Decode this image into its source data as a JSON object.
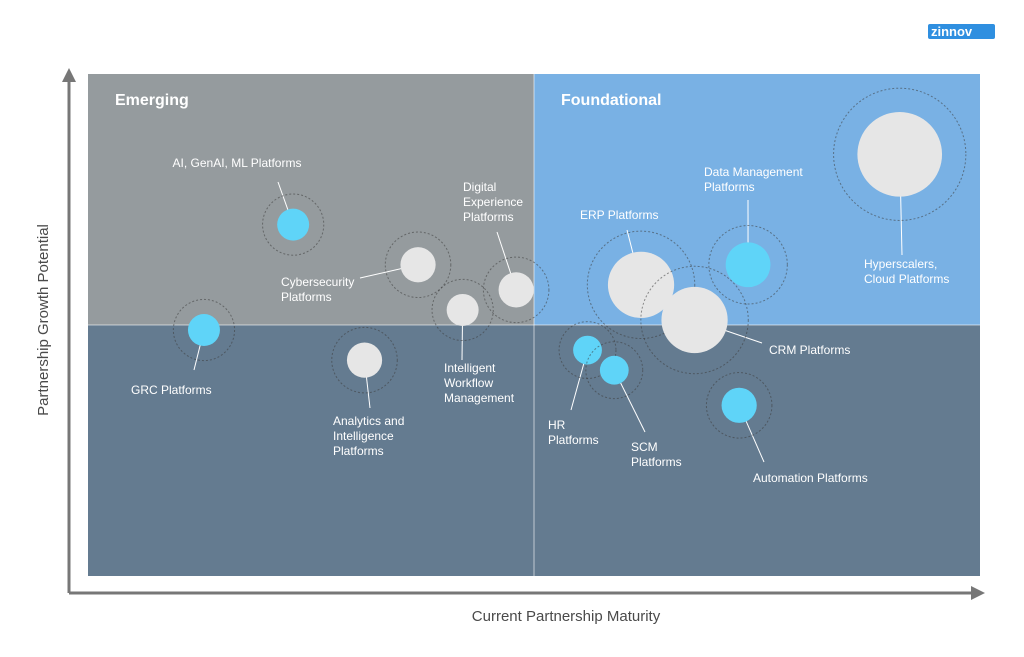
{
  "logo": {
    "text": "zinnov",
    "color": "#2f8fe0"
  },
  "colors": {
    "emerging": "#959b9e",
    "foundational": "#79b1e4",
    "bottom": "#647b90",
    "bubble_highlight": "#5fd4f8",
    "bubble_neutral": "#e6e6e6",
    "axis": "#777777"
  },
  "chart_data": {
    "type": "scatter",
    "title": "",
    "xlabel": "Current Partnership Maturity",
    "ylabel": "Partnership Growth Potential",
    "xlim": [
      0,
      10
    ],
    "ylim": [
      0,
      10
    ],
    "grid": false,
    "quadrants": [
      {
        "name": "Emerging",
        "position": "top-left"
      },
      {
        "name": "Foundational",
        "position": "top-right"
      }
    ],
    "points": [
      {
        "label": "AI, GenAI, ML Platforms",
        "x": 2.3,
        "y": 7.0,
        "size": 1.0,
        "highlight": true
      },
      {
        "label": "Cybersecurity Platforms",
        "x": 3.7,
        "y": 6.2,
        "size": 1.1,
        "highlight": false
      },
      {
        "label": "Digital Experience Platforms",
        "x": 4.8,
        "y": 5.7,
        "size": 1.1,
        "highlight": false
      },
      {
        "label": "Intelligent Workflow Management",
        "x": 4.2,
        "y": 5.3,
        "size": 1.0,
        "highlight": false
      },
      {
        "label": "GRC Platforms",
        "x": 1.3,
        "y": 4.9,
        "size": 1.0,
        "highlight": true
      },
      {
        "label": "Analytics and Intelligence Platforms",
        "x": 3.1,
        "y": 4.3,
        "size": 1.1,
        "highlight": false
      },
      {
        "label": "ERP Platforms",
        "x": 6.2,
        "y": 5.8,
        "size": 1.8,
        "highlight": false
      },
      {
        "label": "CRM Platforms",
        "x": 6.8,
        "y": 5.1,
        "size": 1.8,
        "highlight": false
      },
      {
        "label": "Data Management Platforms",
        "x": 7.4,
        "y": 6.2,
        "size": 1.4,
        "highlight": true
      },
      {
        "label": "Hyperscalers, Cloud Platforms",
        "x": 9.1,
        "y": 8.4,
        "size": 2.3,
        "highlight": false
      },
      {
        "label": "HR Platforms",
        "x": 5.6,
        "y": 4.5,
        "size": 0.9,
        "highlight": true
      },
      {
        "label": "SCM Platforms",
        "x": 5.9,
        "y": 4.1,
        "size": 0.9,
        "highlight": true
      },
      {
        "label": "Automation Platforms",
        "x": 7.3,
        "y": 3.4,
        "size": 1.1,
        "highlight": true
      }
    ]
  }
}
